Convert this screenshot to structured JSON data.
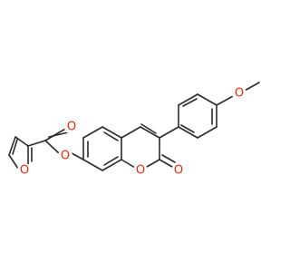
{
  "molecule": {
    "colors": {
      "bond": "#2b2b2b",
      "oxygen": "#e8290b",
      "background": "#ffffff"
    },
    "atoms": {
      "o_methoxy": {
        "label": "O",
        "element": "oxygen"
      },
      "o_ring": {
        "label": "O",
        "element": "oxygen"
      },
      "o_carbonyl": {
        "label": "O",
        "element": "oxygen"
      },
      "o_ester": {
        "label": "O",
        "element": "oxygen"
      },
      "o_ester_carbonyl": {
        "label": "O",
        "element": "oxygen"
      },
      "o_furan": {
        "label": "O",
        "element": "oxygen"
      }
    }
  }
}
